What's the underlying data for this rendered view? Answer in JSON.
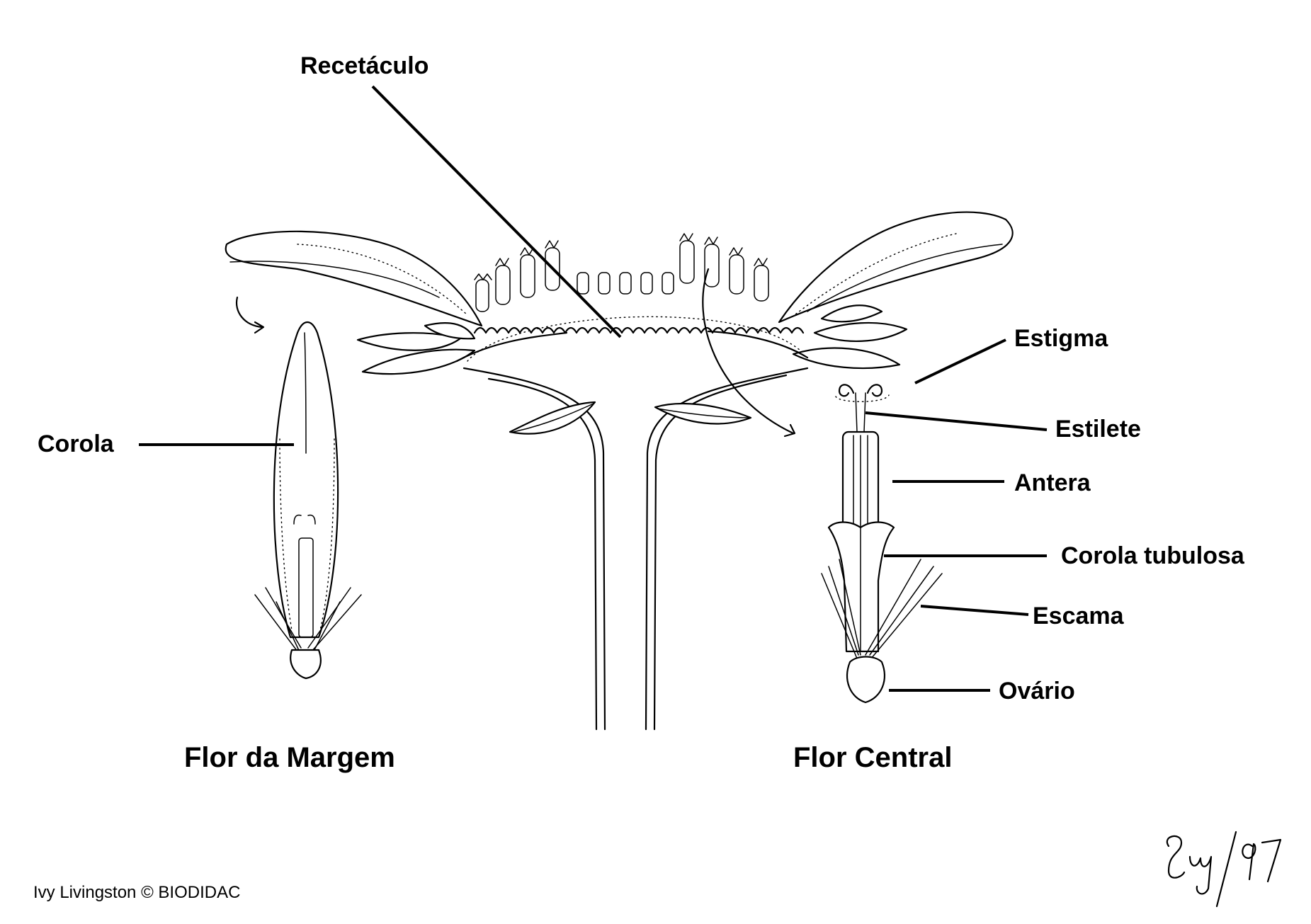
{
  "labels": {
    "receptacle": "Recetáculo",
    "corolla": "Corola",
    "stigma": "Estigma",
    "style": "Estilete",
    "anther": "Antera",
    "tubular_corolla": "Corola tubulosa",
    "scale": "Escama",
    "ovary": "Ovário"
  },
  "captions": {
    "ray_flower": "Flor da Margem",
    "disc_flower": "Flor Central"
  },
  "credit": "Ivy Livingston © BIODIDAC",
  "signature": "Ivy/97"
}
